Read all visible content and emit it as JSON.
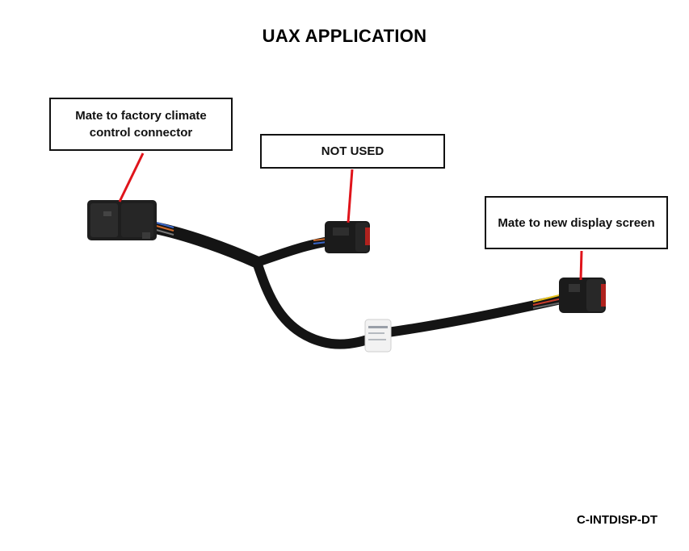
{
  "title": "UAX APPLICATION",
  "callouts": {
    "factory": "Mate to factory climate control connector",
    "not_used": "NOT USED",
    "new_display": "Mate to new display screen"
  },
  "part_number": "C-INTDISP-DT",
  "colors": {
    "pointer": "#e0141b",
    "wire": "#111111",
    "connector": "#1c1c1c"
  }
}
